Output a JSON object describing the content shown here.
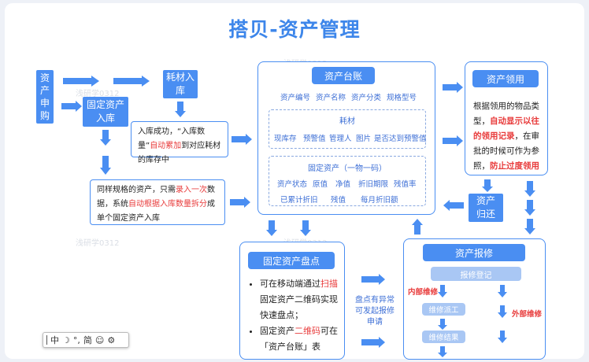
{
  "title": "搭贝-资产管理",
  "watermark": "浅研学0312",
  "purchase": "资产申购",
  "consumable_in": "耗材入库",
  "fixed_in": "固定资产入库",
  "note_consumable": {
    "a": "入库成功，“入库数量”",
    "red": "自动累加",
    "b": "到对应耗材的库存中"
  },
  "note_fixed": {
    "a": "同样规格的资产，只需",
    "red1": "录入一次",
    "b": "数据，系统",
    "red2": "自动根据入库数量拆分",
    "c": "成单个固定资产入库"
  },
  "ledger": {
    "title": "资产台账",
    "fields": [
      "资产编号",
      "资产名称",
      "资产分类",
      "规格型号"
    ],
    "consumable_title": "耗材",
    "consumable_fields": [
      "现库存",
      "预警值",
      "管理人",
      "图片",
      "是否达到预警值"
    ],
    "fixed_title": "固定资产（一物一码）",
    "fixed_row1": [
      "资产状态",
      "原值",
      "净值",
      "折旧期限",
      "残值率"
    ],
    "fixed_row2": [
      "已累计折旧",
      "残值",
      "每月折旧额"
    ]
  },
  "usage": {
    "title": "资产领用",
    "a": "根据领用的物品类型，",
    "red1": "自动显示以往的领用记录",
    "b": "，在审批的时候可作为参照，",
    "red2": "防止过度领用"
  },
  "return": "资产归还",
  "inventory": {
    "title": "固定资产盘点",
    "b1a": "可在移动端通过",
    "b1red": "扫描",
    "b1b": "固定资产二维码实现快速盘点；",
    "b2a": "固定资产",
    "b2red": "二维码",
    "b2b": "可在「资产台账」表"
  },
  "anomaly": "盘点有异常可发起报修申请",
  "repair": {
    "title": "资产报修",
    "register": "报修登记",
    "internal": "内部维修",
    "external": "外部维修",
    "dispatch": "维修派工",
    "result": "维修结果"
  },
  "toolbar": {
    "lang": "中",
    "moon": "☽",
    "punct": "°,",
    "script": "简",
    "emoji": "☺",
    "gear": "⚙"
  },
  "colors": {
    "accent": "#4a8ef2",
    "highlight": "#e83b3b",
    "title": "#3d86ea"
  }
}
